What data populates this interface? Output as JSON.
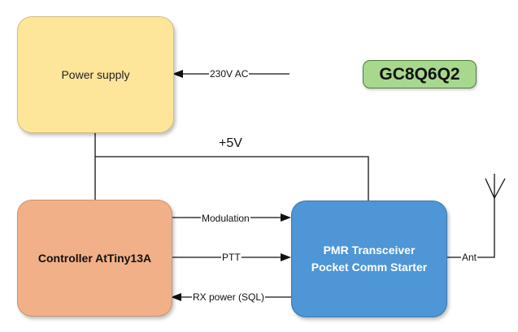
{
  "blocks": {
    "power_supply": "Power supply",
    "controller": "Controller AtTiny13A",
    "transceiver_line1": "PMR Transceiver",
    "transceiver_line2": "Pocket Comm Starter"
  },
  "badge": "GC8Q6Q2",
  "labels": {
    "ac_input": "230V AC",
    "supply_rail": "+5V",
    "modulation": "Modulation",
    "ptt": "PTT",
    "rx_power": "RX power (SQL)",
    "antenna": "Ant"
  }
}
